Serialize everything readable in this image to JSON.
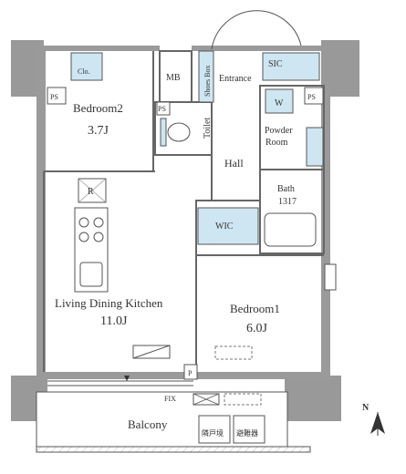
{
  "rooms": {
    "bedroom2": {
      "name": "Bedroom2",
      "size": "3.7J"
    },
    "ldk": {
      "name": "Living Dining Kitchen",
      "size": "11.0J"
    },
    "bedroom1": {
      "name": "Bedroom1",
      "size": "6.0J"
    },
    "hall": "Hall",
    "toilet": "Toilet",
    "powder_room_line1": "Powder",
    "powder_room_line2": "Room",
    "bath": {
      "name": "Bath",
      "size": "1317"
    },
    "entrance": "Entrance",
    "shoes_box": "Shoes Box",
    "sic": "SIC",
    "wic": "WIC",
    "balcony": "Balcony"
  },
  "fixtures": {
    "closet": "Clo.",
    "mb": "MB",
    "ps": "PS",
    "refrigerator": "R",
    "washer": "W",
    "fix_window": "FIX",
    "parking": "P"
  },
  "balcony_units": [
    "隣戸境",
    "避難器"
  ],
  "compass": "N"
}
